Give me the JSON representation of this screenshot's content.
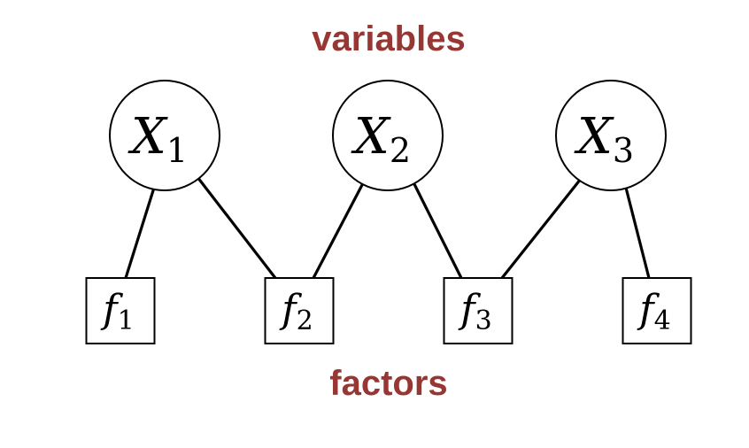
{
  "labels": {
    "variables": "variables",
    "factors": "factors"
  },
  "colors": {
    "heading": "#973734",
    "stroke": "#000000",
    "fill": "#ffffff"
  },
  "variables": [
    {
      "id": "X1",
      "symbol": "X",
      "subscript": "1"
    },
    {
      "id": "X2",
      "symbol": "X",
      "subscript": "2"
    },
    {
      "id": "X3",
      "symbol": "X",
      "subscript": "3"
    }
  ],
  "factors": [
    {
      "id": "f1",
      "symbol": "f",
      "subscript": "1"
    },
    {
      "id": "f2",
      "symbol": "f",
      "subscript": "2"
    },
    {
      "id": "f3",
      "symbol": "f",
      "subscript": "3"
    },
    {
      "id": "f4",
      "symbol": "f",
      "subscript": "4"
    }
  ],
  "edges": [
    {
      "from": "X1",
      "to": "f1"
    },
    {
      "from": "X1",
      "to": "f2"
    },
    {
      "from": "X2",
      "to": "f2"
    },
    {
      "from": "X2",
      "to": "f3"
    },
    {
      "from": "X3",
      "to": "f3"
    },
    {
      "from": "X3",
      "to": "f4"
    }
  ]
}
